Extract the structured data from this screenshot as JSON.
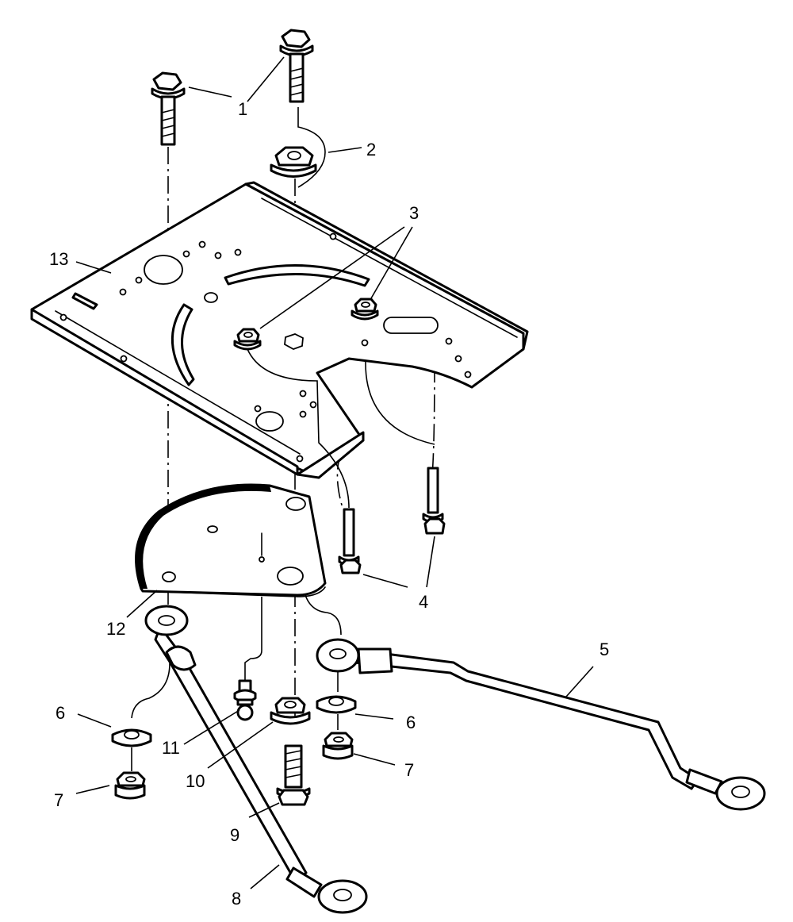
{
  "callouts": {
    "c1": "1",
    "c2": "2",
    "c3": "3",
    "c4": "4",
    "c5": "5",
    "c6a": "6",
    "c6b": "6",
    "c7a": "7",
    "c7b": "7",
    "c8": "8",
    "c9": "9",
    "c10": "10",
    "c11": "11",
    "c12": "12",
    "c13": "13"
  },
  "colors": {
    "line": "#000000",
    "background": "#ffffff"
  }
}
